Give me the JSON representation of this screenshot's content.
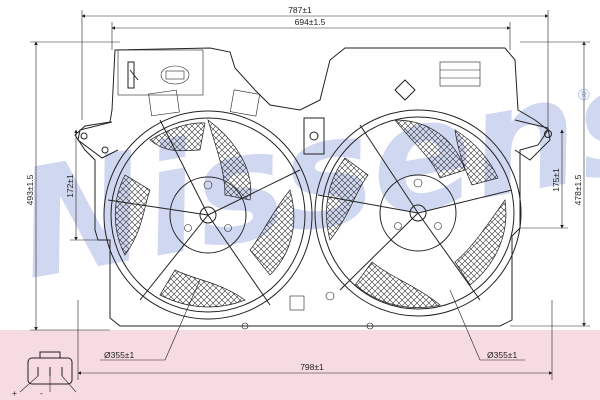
{
  "brand": {
    "watermark_text": "Nissens",
    "registered_mark": "®",
    "watermark_color": "#a9b8e6"
  },
  "dimensions": {
    "total_width": "787±1",
    "inner_width": "694±1.5",
    "bottom_width": "798±1",
    "total_height": "493±1.5",
    "left_offset": "172±1",
    "right_offset": "175±1",
    "right_height": "478±1.5",
    "left_fan_diameter": "Ø355±1",
    "right_fan_diameter": "Ø355±1"
  },
  "connector": {
    "plus_label": "+",
    "minus_label": "-"
  },
  "colors": {
    "line": "#222222",
    "bottom_band": "#f7dbe2"
  }
}
